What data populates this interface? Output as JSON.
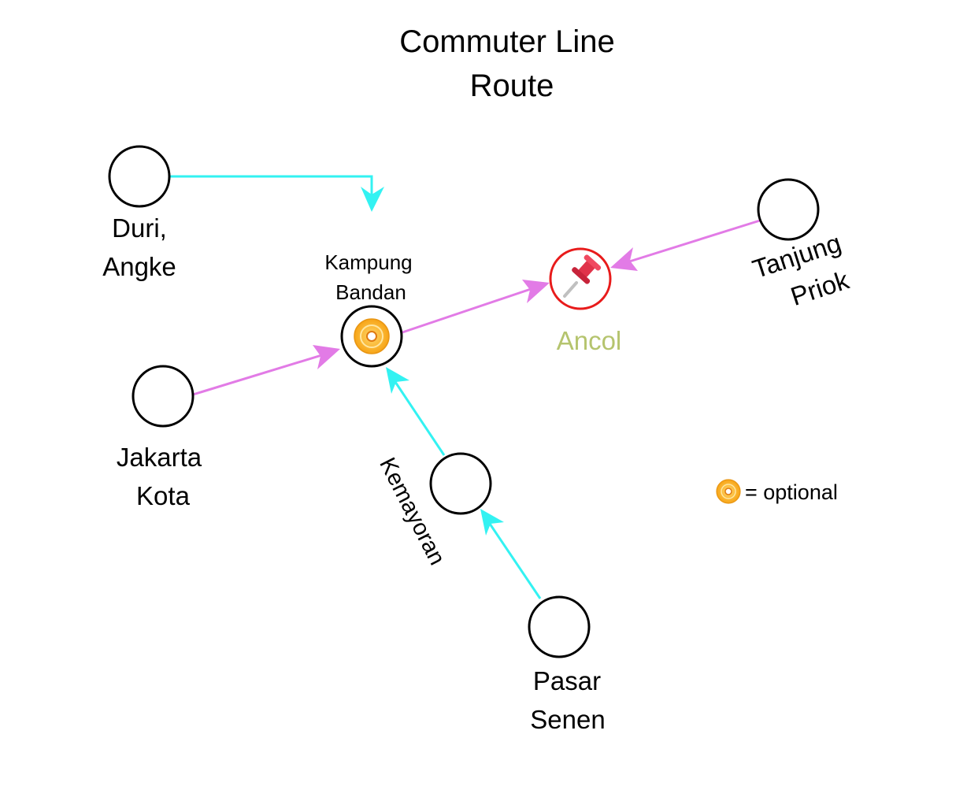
{
  "title": {
    "line1": "Commuter Line",
    "line2": "Route"
  },
  "stations": {
    "duri_angke": {
      "line1": "Duri,",
      "line2": "Angke"
    },
    "kampung_bandan": {
      "line1": "Kampung",
      "line2": "Bandan",
      "marker_icon": "optional-disc-icon"
    },
    "ancol": {
      "label": "Ancol",
      "marker_icon": "pushpin-icon",
      "label_color": "#b5c46e",
      "ring_color": "#e81b1b"
    },
    "tanjung_priok": {
      "line1": "Tanjung",
      "line2": "Priok"
    },
    "jakarta_kota": {
      "line1": "Jakarta",
      "line2": "Kota"
    },
    "kemayoran": {
      "label": "Kemayoran"
    },
    "pasar_senen": {
      "line1": "Pasar",
      "line2": "Senen"
    }
  },
  "legend": {
    "icon": "optional-disc-icon",
    "text": "= optional"
  },
  "connections": [
    {
      "from": "Duri, Angke",
      "to": "Kampung Bandan",
      "color": "#33f2f2"
    },
    {
      "from": "Jakarta Kota",
      "to": "Kampung Bandan",
      "color": "#e27be6"
    },
    {
      "from": "Kampung Bandan",
      "to": "Ancol",
      "color": "#e27be6"
    },
    {
      "from": "Tanjung Priok",
      "to": "Ancol",
      "color": "#e27be6"
    },
    {
      "from": "Kemayoran",
      "to": "Kampung Bandan",
      "color": "#33f2f2"
    },
    {
      "from": "Pasar Senen",
      "to": "Kemayoran",
      "color": "#33f2f2"
    }
  ],
  "colors": {
    "cyan_line": "#33f2f2",
    "magenta_line": "#e27be6",
    "node_stroke": "#000000"
  }
}
